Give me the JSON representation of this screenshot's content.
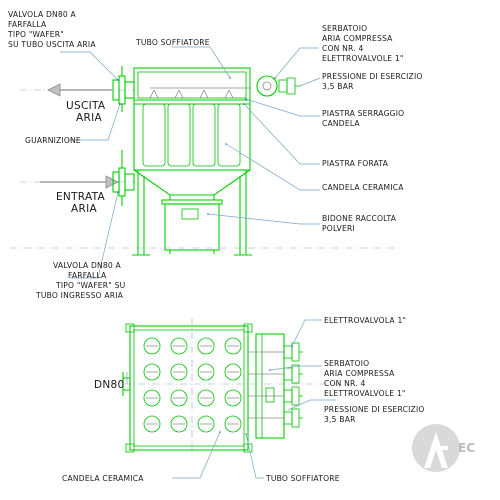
{
  "top": {
    "left_labels": {
      "valve_out": [
        "VALVOLA DN80 A",
        "FARFALLA",
        "TIPO \"WAFER\"",
        "SU TUBO USCITA ARIA"
      ],
      "outlet_air": [
        "USCITA",
        "ARIA"
      ],
      "gasket": "GUARNIZIONE",
      "inlet_air": [
        "ENTRATA",
        "ARIA"
      ],
      "valve_in": [
        "VALVOLA DN80 A",
        "FARFALLA",
        "TIPO \"WAFER\" SU",
        "TUBO INGRESSO ARIA"
      ]
    },
    "tube_blower": "TUBO SOFFIATORE",
    "tank": [
      "SERBATOIO",
      "ARIA COMPRESSA",
      "CON NR. 4",
      "ELETTROVALVOLE 1\""
    ],
    "pressure": [
      "PRESSIONE DI ESERCIZIO",
      "3,5 BAR"
    ],
    "clamp_plate": [
      "PIASTRA SERRAGGIO",
      "CANDELA"
    ],
    "perforated_plate": "PIASTRA FORATA",
    "ceramic_candle": "CANDELA CERAMICA",
    "dust_bin": [
      "BIDONE RACCOLTA",
      "POLVERI"
    ]
  },
  "bottom": {
    "solenoid": "ELETTROVALVOLA 1\"",
    "tank": [
      "SERBATOIO",
      "ARIA COMPRESSA",
      "CON NR. 4",
      "ELETTROVALVOLE 1\""
    ],
    "pressure": [
      "PRESSIONE DI ESERCIZIO",
      "3,5 BAR"
    ],
    "dn80": "DN80",
    "ceramic_candle": "CANDELA CERAMICA",
    "tube_blower": "TUBO SOFFIATORE"
  },
  "logo": {
    "text": "EC",
    "icon": "amec-logo-icon"
  }
}
